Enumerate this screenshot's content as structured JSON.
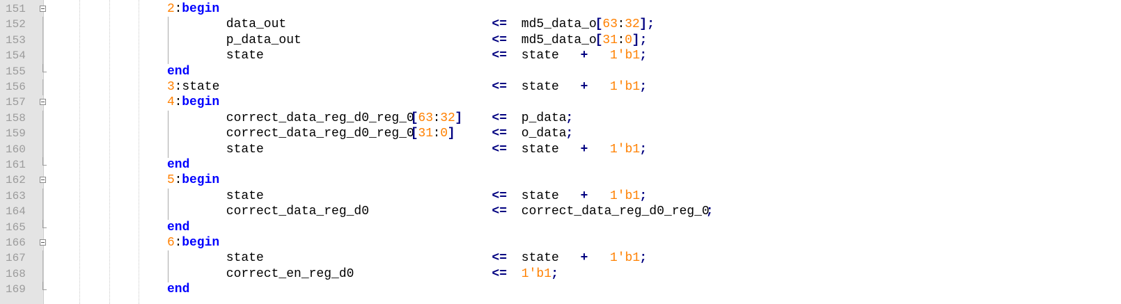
{
  "colors": {
    "keyword": "#0000ff",
    "number": "#ff8000",
    "operator": "#000080",
    "default": "#000000",
    "line_number": "#9b9b9b",
    "gutter_background": "#e4e4e4"
  },
  "icons": {
    "fold_open": "fold-minus-icon",
    "fold_end": "fold-end-icon"
  },
  "lines": [
    {
      "num": "151",
      "fold": "open",
      "bar": false,
      "tokens": [
        {
          "text": "2",
          "kind": "num",
          "col": 0
        },
        {
          "text": ":",
          "kind": "def",
          "col": 1
        },
        {
          "text": "begin",
          "kind": "kw",
          "col": 2
        }
      ]
    },
    {
      "num": "152",
      "fold": "line",
      "bar": true,
      "tokens": [
        {
          "text": "data_out",
          "kind": "def",
          "col": 8
        },
        {
          "text": "<=",
          "kind": "op",
          "col": 44
        },
        {
          "text": "md5_data_o",
          "kind": "def",
          "col": 48
        },
        {
          "text": "[",
          "kind": "op",
          "col": 58
        },
        {
          "text": "63",
          "kind": "num",
          "col": 59
        },
        {
          "text": ":",
          "kind": "def",
          "col": 61
        },
        {
          "text": "32",
          "kind": "num",
          "col": 62
        },
        {
          "text": "];",
          "kind": "op",
          "col": 64
        }
      ]
    },
    {
      "num": "153",
      "fold": "line",
      "bar": true,
      "tokens": [
        {
          "text": "p_data_out",
          "kind": "def",
          "col": 8
        },
        {
          "text": "<=",
          "kind": "op",
          "col": 44
        },
        {
          "text": "md5_data_o",
          "kind": "def",
          "col": 48
        },
        {
          "text": "[",
          "kind": "op",
          "col": 58
        },
        {
          "text": "31",
          "kind": "num",
          "col": 59
        },
        {
          "text": ":",
          "kind": "def",
          "col": 61
        },
        {
          "text": "0",
          "kind": "num",
          "col": 62
        },
        {
          "text": "];",
          "kind": "op",
          "col": 63
        }
      ]
    },
    {
      "num": "154",
      "fold": "line",
      "bar": true,
      "tokens": [
        {
          "text": "state",
          "kind": "def",
          "col": 8
        },
        {
          "text": "<=",
          "kind": "op",
          "col": 44
        },
        {
          "text": "state",
          "kind": "def",
          "col": 48
        },
        {
          "text": "+",
          "kind": "op",
          "col": 56
        },
        {
          "text": "1'b1",
          "kind": "num",
          "col": 60
        },
        {
          "text": ";",
          "kind": "op",
          "col": 64
        }
      ]
    },
    {
      "num": "155",
      "fold": "end",
      "bar": false,
      "tokens": [
        {
          "text": "end",
          "kind": "kw",
          "col": 0
        }
      ]
    },
    {
      "num": "156",
      "fold": "line",
      "bar": false,
      "tokens": [
        {
          "text": "3",
          "kind": "num",
          "col": 0
        },
        {
          "text": ":state",
          "kind": "def",
          "col": 1
        },
        {
          "text": "<=",
          "kind": "op",
          "col": 44
        },
        {
          "text": "state",
          "kind": "def",
          "col": 48
        },
        {
          "text": "+",
          "kind": "op",
          "col": 56
        },
        {
          "text": "1'b1",
          "kind": "num",
          "col": 60
        },
        {
          "text": ";",
          "kind": "op",
          "col": 64
        }
      ]
    },
    {
      "num": "157",
      "fold": "open",
      "bar": false,
      "tokens": [
        {
          "text": "4",
          "kind": "num",
          "col": 0
        },
        {
          "text": ":",
          "kind": "def",
          "col": 1
        },
        {
          "text": "begin",
          "kind": "kw",
          "col": 2
        }
      ]
    },
    {
      "num": "158",
      "fold": "line",
      "bar": true,
      "tokens": [
        {
          "text": "correct_data_reg_d0_reg_0",
          "kind": "def",
          "col": 8
        },
        {
          "text": "[",
          "kind": "op",
          "col": 33
        },
        {
          "text": "63",
          "kind": "num",
          "col": 34
        },
        {
          "text": ":",
          "kind": "def",
          "col": 36
        },
        {
          "text": "32",
          "kind": "num",
          "col": 37
        },
        {
          "text": "]",
          "kind": "op",
          "col": 39
        },
        {
          "text": "<=",
          "kind": "op",
          "col": 44
        },
        {
          "text": "p_data",
          "kind": "def",
          "col": 48
        },
        {
          "text": ";",
          "kind": "op",
          "col": 54
        }
      ]
    },
    {
      "num": "159",
      "fold": "line",
      "bar": true,
      "tokens": [
        {
          "text": "correct_data_reg_d0_reg_0",
          "kind": "def",
          "col": 8
        },
        {
          "text": "[",
          "kind": "op",
          "col": 33
        },
        {
          "text": "31",
          "kind": "num",
          "col": 34
        },
        {
          "text": ":",
          "kind": "def",
          "col": 36
        },
        {
          "text": "0",
          "kind": "num",
          "col": 37
        },
        {
          "text": "]",
          "kind": "op",
          "col": 38
        },
        {
          "text": "<=",
          "kind": "op",
          "col": 44
        },
        {
          "text": "o_data",
          "kind": "def",
          "col": 48
        },
        {
          "text": ";",
          "kind": "op",
          "col": 54
        }
      ]
    },
    {
      "num": "160",
      "fold": "line",
      "bar": true,
      "tokens": [
        {
          "text": "state",
          "kind": "def",
          "col": 8
        },
        {
          "text": "<=",
          "kind": "op",
          "col": 44
        },
        {
          "text": "state",
          "kind": "def",
          "col": 48
        },
        {
          "text": "+",
          "kind": "op",
          "col": 56
        },
        {
          "text": "1'b1",
          "kind": "num",
          "col": 60
        },
        {
          "text": ";",
          "kind": "op",
          "col": 64
        }
      ]
    },
    {
      "num": "161",
      "fold": "end",
      "bar": false,
      "tokens": [
        {
          "text": "end",
          "kind": "kw",
          "col": 0
        }
      ]
    },
    {
      "num": "162",
      "fold": "open",
      "bar": false,
      "tokens": [
        {
          "text": "5",
          "kind": "num",
          "col": 0
        },
        {
          "text": ":",
          "kind": "def",
          "col": 1
        },
        {
          "text": "begin",
          "kind": "kw",
          "col": 2
        }
      ]
    },
    {
      "num": "163",
      "fold": "line",
      "bar": true,
      "tokens": [
        {
          "text": "state",
          "kind": "def",
          "col": 8
        },
        {
          "text": "<=",
          "kind": "op",
          "col": 44
        },
        {
          "text": "state",
          "kind": "def",
          "col": 48
        },
        {
          "text": "+",
          "kind": "op",
          "col": 56
        },
        {
          "text": "1'b1",
          "kind": "num",
          "col": 60
        },
        {
          "text": ";",
          "kind": "op",
          "col": 64
        }
      ]
    },
    {
      "num": "164",
      "fold": "line",
      "bar": true,
      "tokens": [
        {
          "text": "correct_data_reg_d0",
          "kind": "def",
          "col": 8
        },
        {
          "text": "<=",
          "kind": "op",
          "col": 44
        },
        {
          "text": "correct_data_reg_d0_reg_0",
          "kind": "def",
          "col": 48
        },
        {
          "text": ";",
          "kind": "op",
          "col": 73
        }
      ]
    },
    {
      "num": "165",
      "fold": "end",
      "bar": false,
      "tokens": [
        {
          "text": "end",
          "kind": "kw",
          "col": 0
        }
      ]
    },
    {
      "num": "166",
      "fold": "open",
      "bar": false,
      "tokens": [
        {
          "text": "6",
          "kind": "num",
          "col": 0
        },
        {
          "text": ":",
          "kind": "def",
          "col": 1
        },
        {
          "text": "begin",
          "kind": "kw",
          "col": 2
        }
      ]
    },
    {
      "num": "167",
      "fold": "line",
      "bar": true,
      "tokens": [
        {
          "text": "state",
          "kind": "def",
          "col": 8
        },
        {
          "text": "<=",
          "kind": "op",
          "col": 44
        },
        {
          "text": "state",
          "kind": "def",
          "col": 48
        },
        {
          "text": "+",
          "kind": "op",
          "col": 56
        },
        {
          "text": "1'b1",
          "kind": "num",
          "col": 60
        },
        {
          "text": ";",
          "kind": "op",
          "col": 64
        }
      ]
    },
    {
      "num": "168",
      "fold": "line",
      "bar": true,
      "tokens": [
        {
          "text": "correct_en_reg_d0",
          "kind": "def",
          "col": 8
        },
        {
          "text": "<=",
          "kind": "op",
          "col": 44
        },
        {
          "text": "1'b1",
          "kind": "num",
          "col": 48
        },
        {
          "text": ";",
          "kind": "op",
          "col": 52
        }
      ]
    },
    {
      "num": "169",
      "fold": "end",
      "bar": false,
      "tokens": [
        {
          "text": "end",
          "kind": "kw",
          "col": 0
        }
      ]
    }
  ]
}
